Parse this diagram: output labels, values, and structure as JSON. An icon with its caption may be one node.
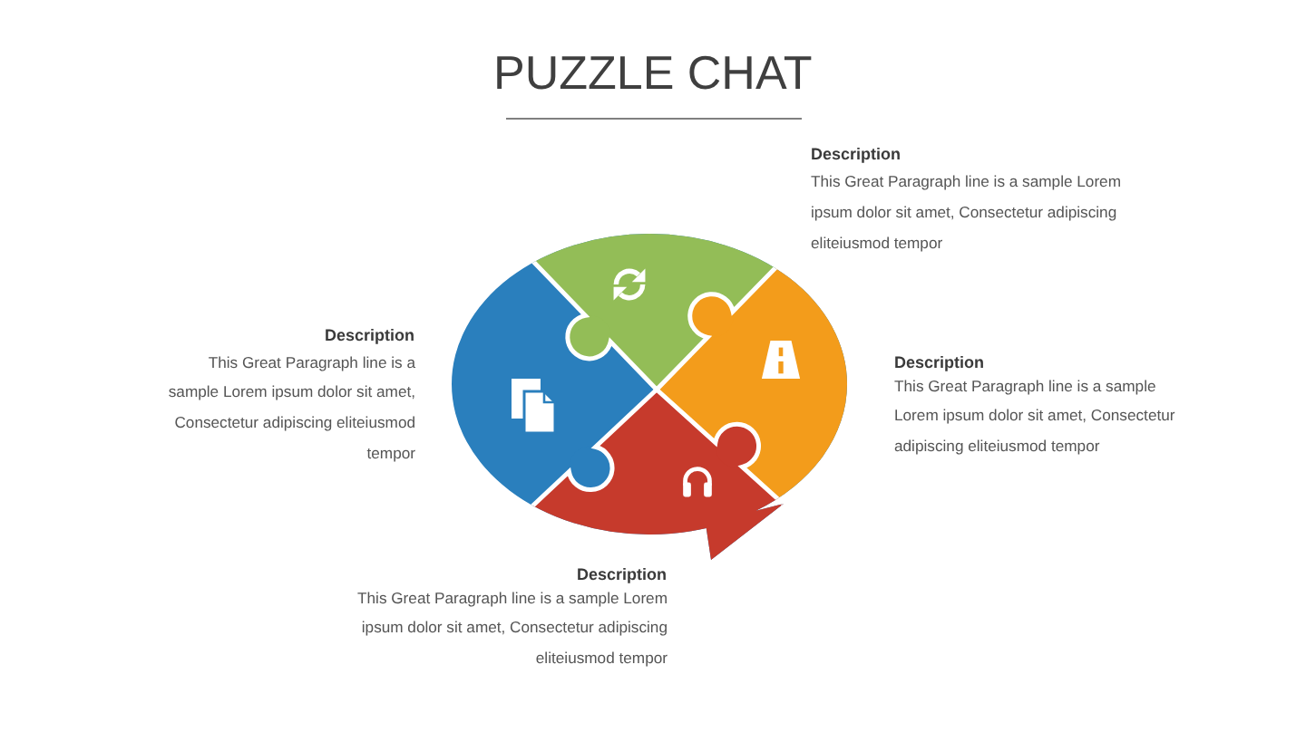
{
  "diagram": {
    "title": "PUZZLE CHAT",
    "labels": [
      "Description",
      "This Great Paragraph line is a sample Lorem ipsum dolor sit amet, Consectetur adipiscing eliteiusmod tempor",
      "Description",
      "This Great Paragraph line is a sample Lorem ipsum dolor sit amet, Consectetur adipiscing eliteiusmod tempor",
      "Description",
      "This Great Paragraph line is a sample Lorem ipsum dolor sit amet, Consectetur adipiscing eliteiusmod tempor",
      "Description",
      "This Great Paragraph line is a sample Lorem ipsum dolor sit amet, Consectetur adipiscing eliteiusmod tempor"
    ]
  }
}
